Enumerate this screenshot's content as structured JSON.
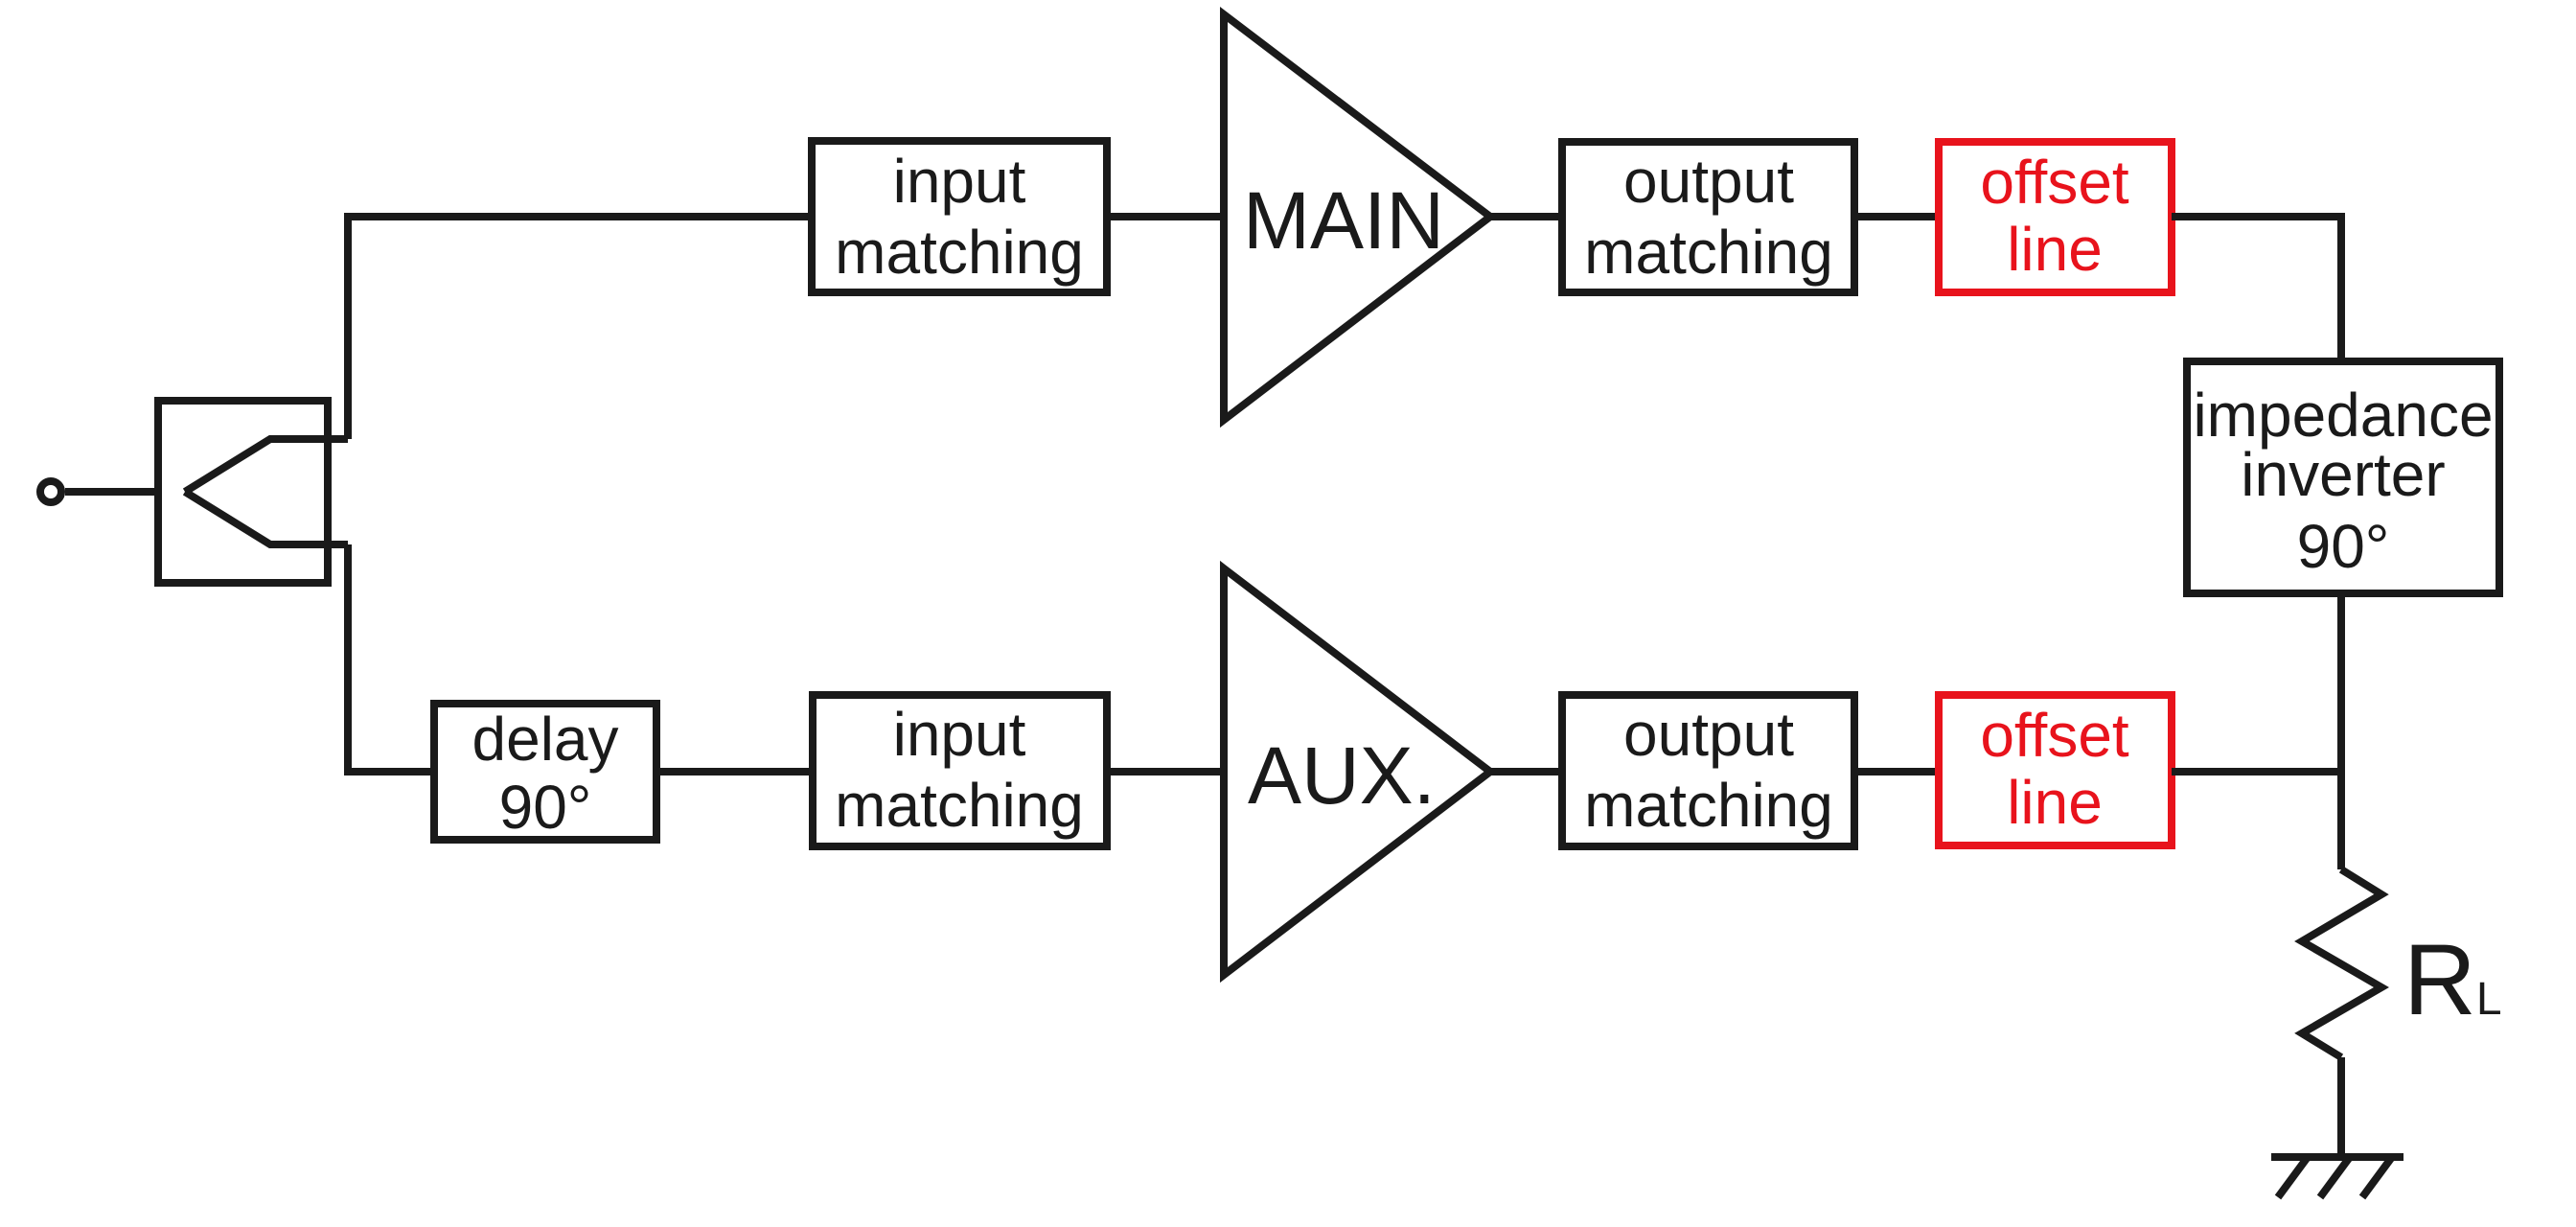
{
  "colors": {
    "line": "#1a1a1a",
    "highlight": "#e8131c",
    "background": "#ffffff"
  },
  "blocks": {
    "input_matching_top": {
      "lines": [
        "input",
        "matching"
      ]
    },
    "main_amplifier": {
      "label": "MAIN"
    },
    "output_matching_top": {
      "lines": [
        "output",
        "matching"
      ]
    },
    "offset_line_top": {
      "lines": [
        "offset",
        "line"
      ]
    },
    "impedance_inverter": {
      "lines": [
        "impedance",
        "inverter",
        "90°"
      ]
    },
    "delay": {
      "lines": [
        "delay",
        "90°"
      ]
    },
    "input_matching_bottom": {
      "lines": [
        "input",
        "matching"
      ]
    },
    "aux_amplifier": {
      "label": "AUX."
    },
    "output_matching_bottom": {
      "lines": [
        "output",
        "matching"
      ]
    },
    "offset_line_bottom": {
      "lines": [
        "offset",
        "line"
      ]
    }
  },
  "load": {
    "symbol": "R",
    "subscript": "L"
  }
}
